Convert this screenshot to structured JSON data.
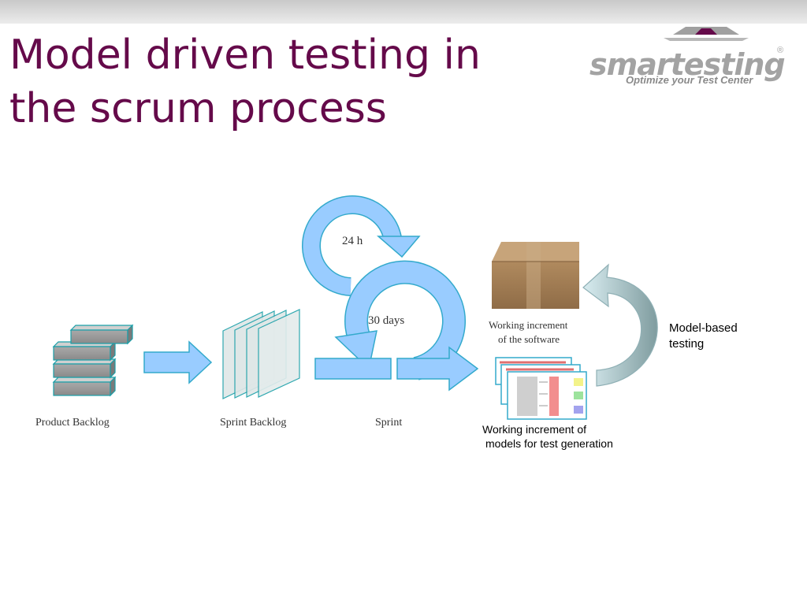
{
  "slide": {
    "title_line1": "Model driven testing in",
    "title_line2": "the scrum process"
  },
  "logo": {
    "wordmark": "smartesting",
    "registered": "®",
    "tagline": "Optimize your Test Center"
  },
  "diagram": {
    "product_backlog": "Product Backlog",
    "sprint_backlog": "Sprint Backlog",
    "sprint": "Sprint",
    "daily_cycle": "24 h",
    "sprint_cycle": "30 days",
    "software_increment_line1": "Working increment",
    "software_increment_line2": "of the software",
    "models_increment_line1": "Working increment of",
    "models_increment_line2": "models for test generation",
    "feedback_line1": "Model-based",
    "feedback_line2": "testing"
  },
  "colors": {
    "title": "#650a4a",
    "arrow_fill": "#99ccff",
    "arrow_stroke": "#33aacc",
    "box": "#a07c55",
    "feedback_arrow": "#9bb5b8"
  }
}
